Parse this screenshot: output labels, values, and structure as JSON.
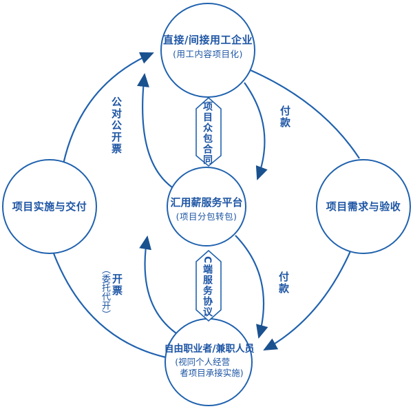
{
  "colors": {
    "line": "#2062ae",
    "arrow": "#1a518f",
    "text": "#1d55a4"
  },
  "nodes": {
    "top": {
      "title": "直接/间接用工企业",
      "subtitle": "(用工内容项目化)"
    },
    "left": {
      "title": "项目实施与交付"
    },
    "right": {
      "title": "项目需求与验收"
    },
    "center": {
      "title": "汇用薪服务平台",
      "subtitle": "(项目分包转包)"
    },
    "bottom": {
      "title": "自由职业者/兼职人员",
      "subtitle_line1": "(视同个人经营",
      "subtitle_line2": "者项目承接实施)"
    }
  },
  "banners": {
    "contract": "项目众包合同",
    "agreement": "C端服务协议"
  },
  "edge_labels": {
    "corp_invoice": "公对公开票",
    "payment_upper": "付款",
    "invoice": "开票",
    "invoice_note": "（委托代开）",
    "payment_lower": "付款"
  }
}
